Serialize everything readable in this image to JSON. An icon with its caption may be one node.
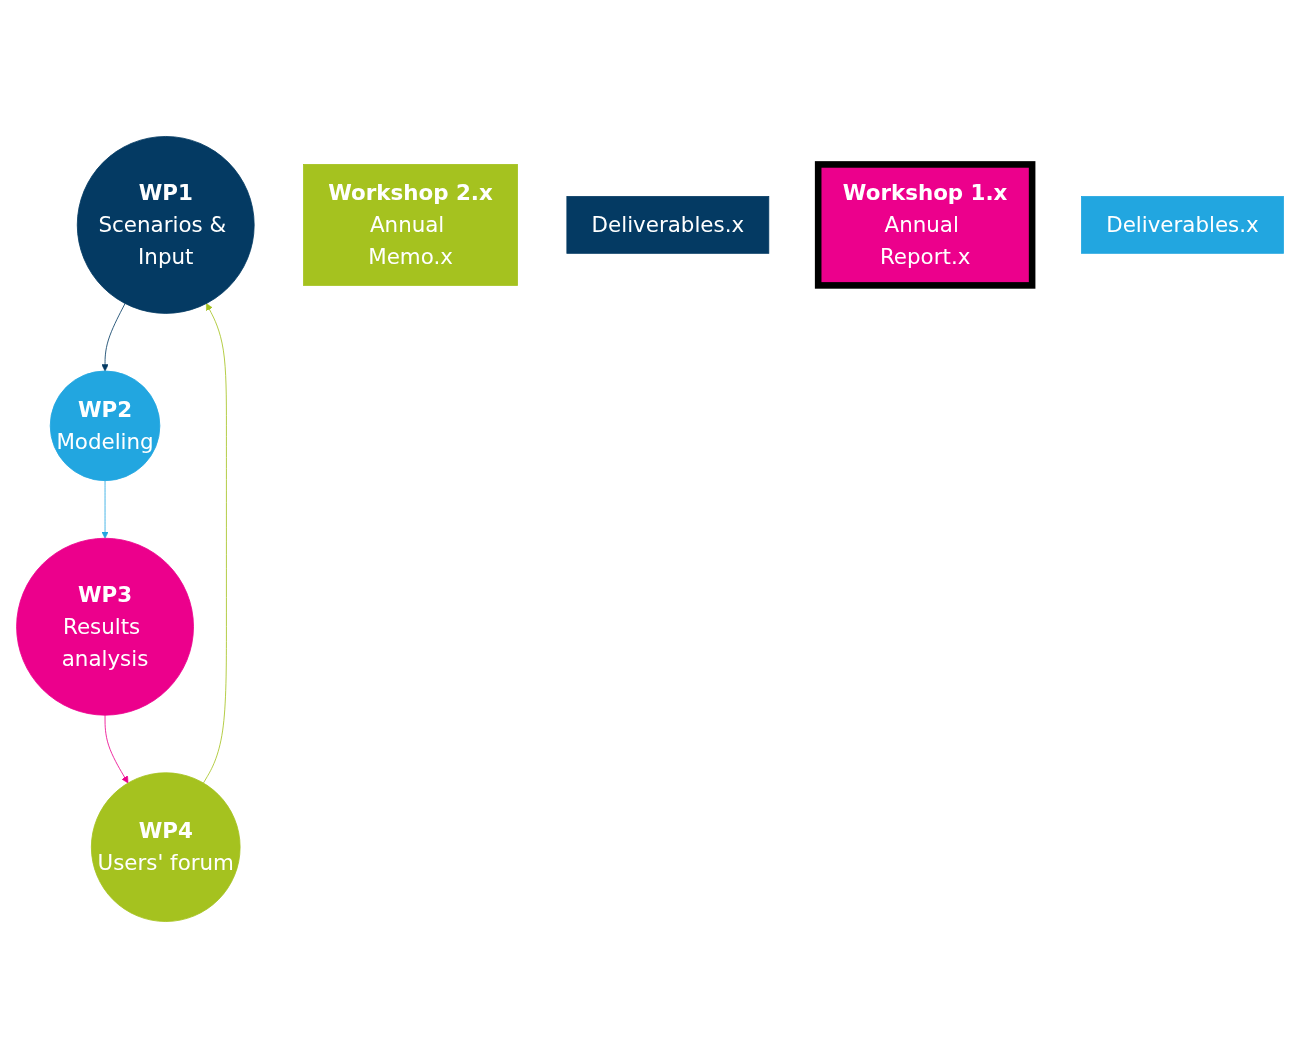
{
  "diagram": {
    "nodes": [
      {
        "text": [
          "WP1",
          "Scenarios & Input"
        ]
      },
      {
        "text": [
          "Workshop 2.x",
          "Annual Memo.x"
        ]
      },
      {
        "text": [
          "Deliverables.x"
        ]
      },
      {
        "text": [
          "WP4",
          "Users' forum"
        ]
      },
      {
        "text": [
          "WP2",
          "Modeling"
        ]
      },
      {
        "text": [
          "Workshop 1.x",
          "Annual Report.x"
        ]
      },
      {
        "text": [
          "Deliverables.x"
        ]
      },
      {
        "text": [
          "WP3",
          "Results analysis"
        ]
      }
    ],
    "edges": [
      {
        "from": 0,
        "to": 4,
        "arrow": "to",
        "color": "#043a63"
      },
      {
        "from": 4,
        "to": 7,
        "arrow": "to",
        "color": "#22a6e0"
      },
      {
        "from": 7,
        "to": 3,
        "arrow": "to",
        "color": "#ec008c"
      },
      {
        "from": 3,
        "to": 0,
        "arrow": "to",
        "color": "#a5c21f"
      }
    ]
  }
}
